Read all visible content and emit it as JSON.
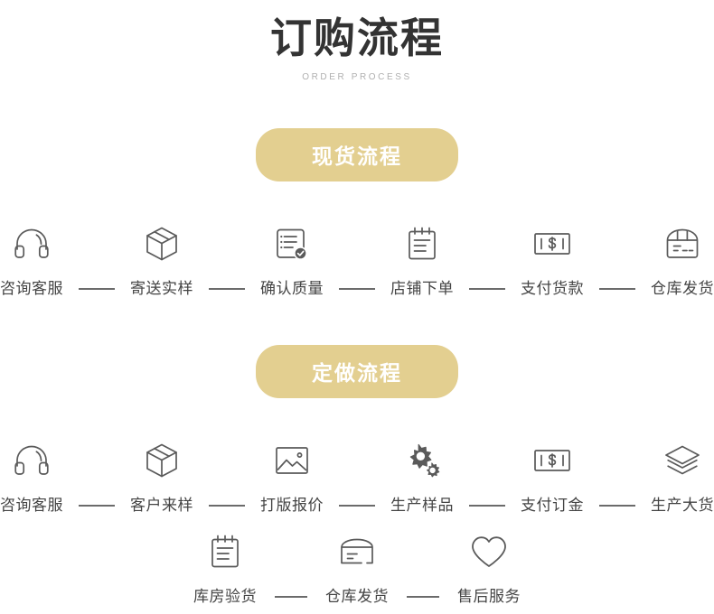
{
  "header": {
    "title": "订购流程",
    "subtitle": "ORDER PROCESS"
  },
  "theme": {
    "badge_bg": "#e3cf90",
    "badge_text": "#ffffff",
    "label_text": "#444444",
    "icon_stroke": "#5a5a5a",
    "title_text": "#333333",
    "subtitle_text": "#b0b0b0",
    "page_bg": "#ffffff"
  },
  "sections": [
    {
      "badge": "现货流程",
      "rows": [
        {
          "steps": [
            {
              "label": "咨询客服",
              "icon": "headset-icon"
            },
            {
              "label": "寄送实样",
              "icon": "box-icon"
            },
            {
              "label": "确认质量",
              "icon": "document-check-icon"
            },
            {
              "label": "店铺下单",
              "icon": "clipboard-icon"
            },
            {
              "label": "支付货款",
              "icon": "banknote-icon"
            },
            {
              "label": "仓库发货",
              "icon": "warehouse-box-icon"
            }
          ]
        }
      ]
    },
    {
      "badge": "定做流程",
      "rows": [
        {
          "steps": [
            {
              "label": "咨询客服",
              "icon": "headset-icon"
            },
            {
              "label": "客户来样",
              "icon": "box-icon"
            },
            {
              "label": "打版报价",
              "icon": "image-icon"
            },
            {
              "label": "生产样品",
              "icon": "gears-icon"
            },
            {
              "label": "支付订金",
              "icon": "banknote-icon"
            },
            {
              "label": "生产大货",
              "icon": "layers-icon"
            }
          ]
        },
        {
          "steps": [
            {
              "label": "库房验货",
              "icon": "clipboard-icon"
            },
            {
              "label": "仓库发货",
              "icon": "open-box-icon"
            },
            {
              "label": "售后服务",
              "icon": "heart-icon"
            }
          ]
        }
      ]
    }
  ]
}
